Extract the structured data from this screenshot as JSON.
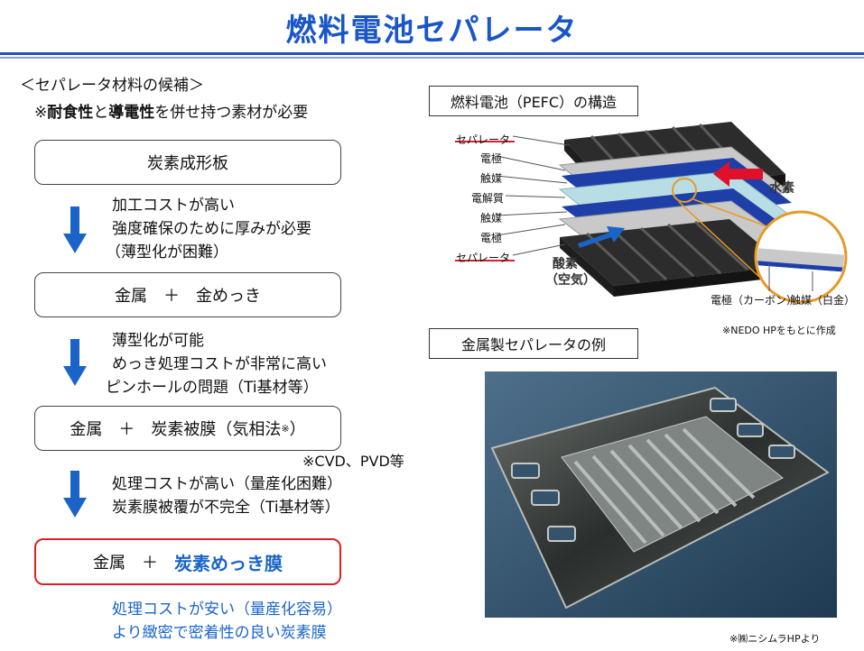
{
  "title": "燃料電池セパレータ",
  "left": {
    "heading": "＜セパレータ材料の候補＞",
    "requirement": {
      "prefix": "※",
      "w1": "耐食性",
      "mid": "と",
      "w2": "導電性",
      "suffix": "を併せ持つ素材が必要"
    },
    "box1": "炭素成形板",
    "notes1": [
      "加工コストが高い",
      "強度確保のために厚みが必要",
      "（薄型化が困難）"
    ],
    "box2": "金属　＋　金めっき",
    "notes2": [
      "薄型化が可能",
      "めっき処理コストが非常に高い",
      "ピンホールの問題（Ti基材等）"
    ],
    "box3_main": "金属　＋　炭素被膜（気相法",
    "box3_sup": "※",
    "box3_close": "）",
    "footnote_cvd": "※CVD、PVD等",
    "notes3": [
      "処理コストが高い（量産化困難）",
      "炭素膜被覆が不完全（Ti基材等）"
    ],
    "box4_prefix": "金属　＋　",
    "box4_highlight": "炭素めっき膜",
    "notes4": [
      "処理コストが安い（量産化容易）",
      "より緻密で密着性の良い炭素膜"
    ]
  },
  "right": {
    "diagram_caption": "燃料電池（PEFC）の構造",
    "labels": {
      "separator_top": "セパレータ",
      "electrode_top": "電極",
      "catalyst_top": "触媒",
      "electrolyte": "電解質",
      "catalyst_bottom": "触媒",
      "electrode_bottom": "電極",
      "separator_bottom": "セパレータ",
      "hydrogen": "水素",
      "oxygen_1": "酸素",
      "oxygen_2": "（空気）",
      "zoom_electrode": "電極（カーボン）",
      "zoom_catalyst": "触媒（白金）"
    },
    "diagram_credit": "※NEDO HPをもとに作成",
    "photo_caption": "金属製セパレータの例",
    "photo_credit": "※㈱ニシムラHPより"
  },
  "colors": {
    "title": "#1a56c8",
    "arrow": "#1a64c8",
    "highlight": "#1a64c8",
    "final_border": "#d8202a",
    "separator_underline": "#d8202a"
  }
}
